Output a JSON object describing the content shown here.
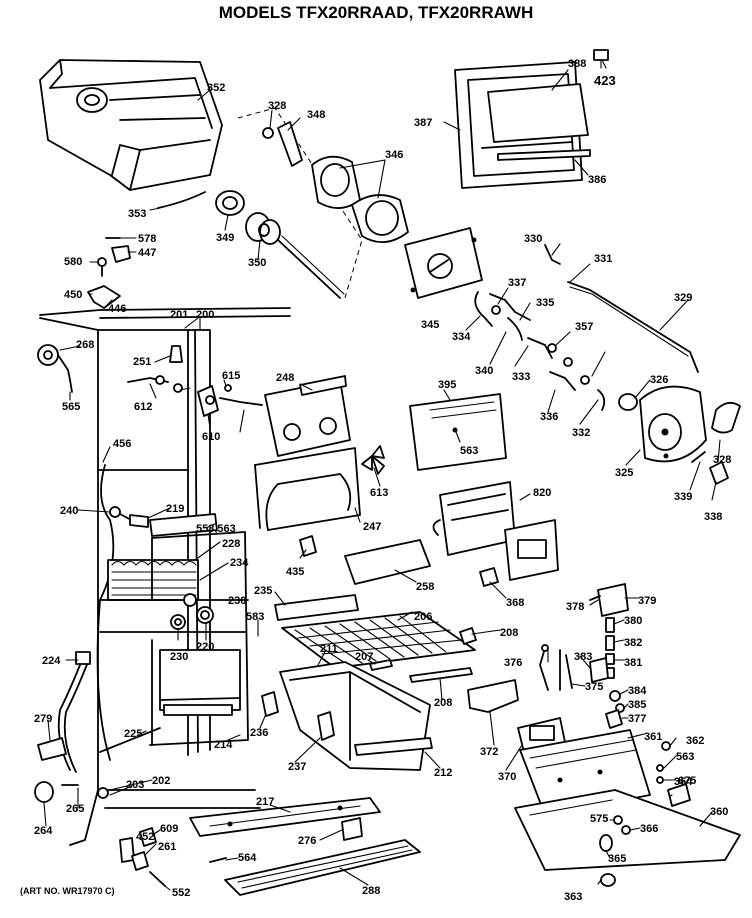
{
  "header": {
    "title": "MODELS TFX20RRAAD, TFX20RRAWH"
  },
  "footer": {
    "art_number": "(ART NO. WR17970 C)"
  },
  "part_numbers": [
    "352",
    "328",
    "348",
    "346",
    "349",
    "353",
    "350",
    "388",
    "423",
    "387",
    "386",
    "578",
    "447",
    "580",
    "450",
    "446",
    "330",
    "331",
    "329",
    "337",
    "335",
    "334",
    "340",
    "333",
    "345",
    "357",
    "326",
    "332",
    "336",
    "201",
    "200",
    "268",
    "251",
    "615",
    "565",
    "612",
    "610",
    "248",
    "395",
    "563",
    "456",
    "613",
    "325",
    "328",
    "339",
    "338",
    "240",
    "219",
    "558,563",
    "247",
    "820",
    "228",
    "234",
    "435",
    "258",
    "368",
    "235",
    "206",
    "378",
    "379",
    "380",
    "230",
    "583",
    "220",
    "208",
    "382",
    "381",
    "383",
    "376",
    "375",
    "384",
    "385",
    "377",
    "224",
    "211",
    "207",
    "208",
    "230",
    "236",
    "279",
    "225",
    "214",
    "372",
    "237",
    "212",
    "361",
    "362",
    "563",
    "370",
    "675",
    "265",
    "202",
    "203",
    "264",
    "217",
    "364",
    "575",
    "366",
    "609",
    "452",
    "276",
    "261",
    "564",
    "365",
    "360",
    "552",
    "288",
    "363"
  ]
}
